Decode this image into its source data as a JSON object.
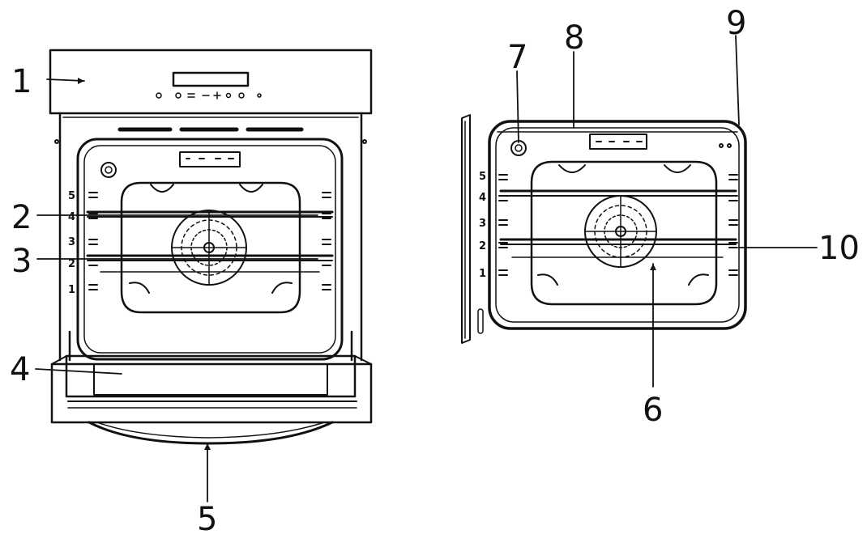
{
  "diagram": {
    "callouts": [
      "1",
      "2",
      "3",
      "4",
      "5",
      "6",
      "7",
      "8",
      "9",
      "10"
    ],
    "shelf_levels_front": [
      "5",
      "4",
      "3",
      "2",
      "1"
    ],
    "shelf_levels_side": [
      "5",
      "4",
      "3",
      "2",
      "1"
    ]
  }
}
